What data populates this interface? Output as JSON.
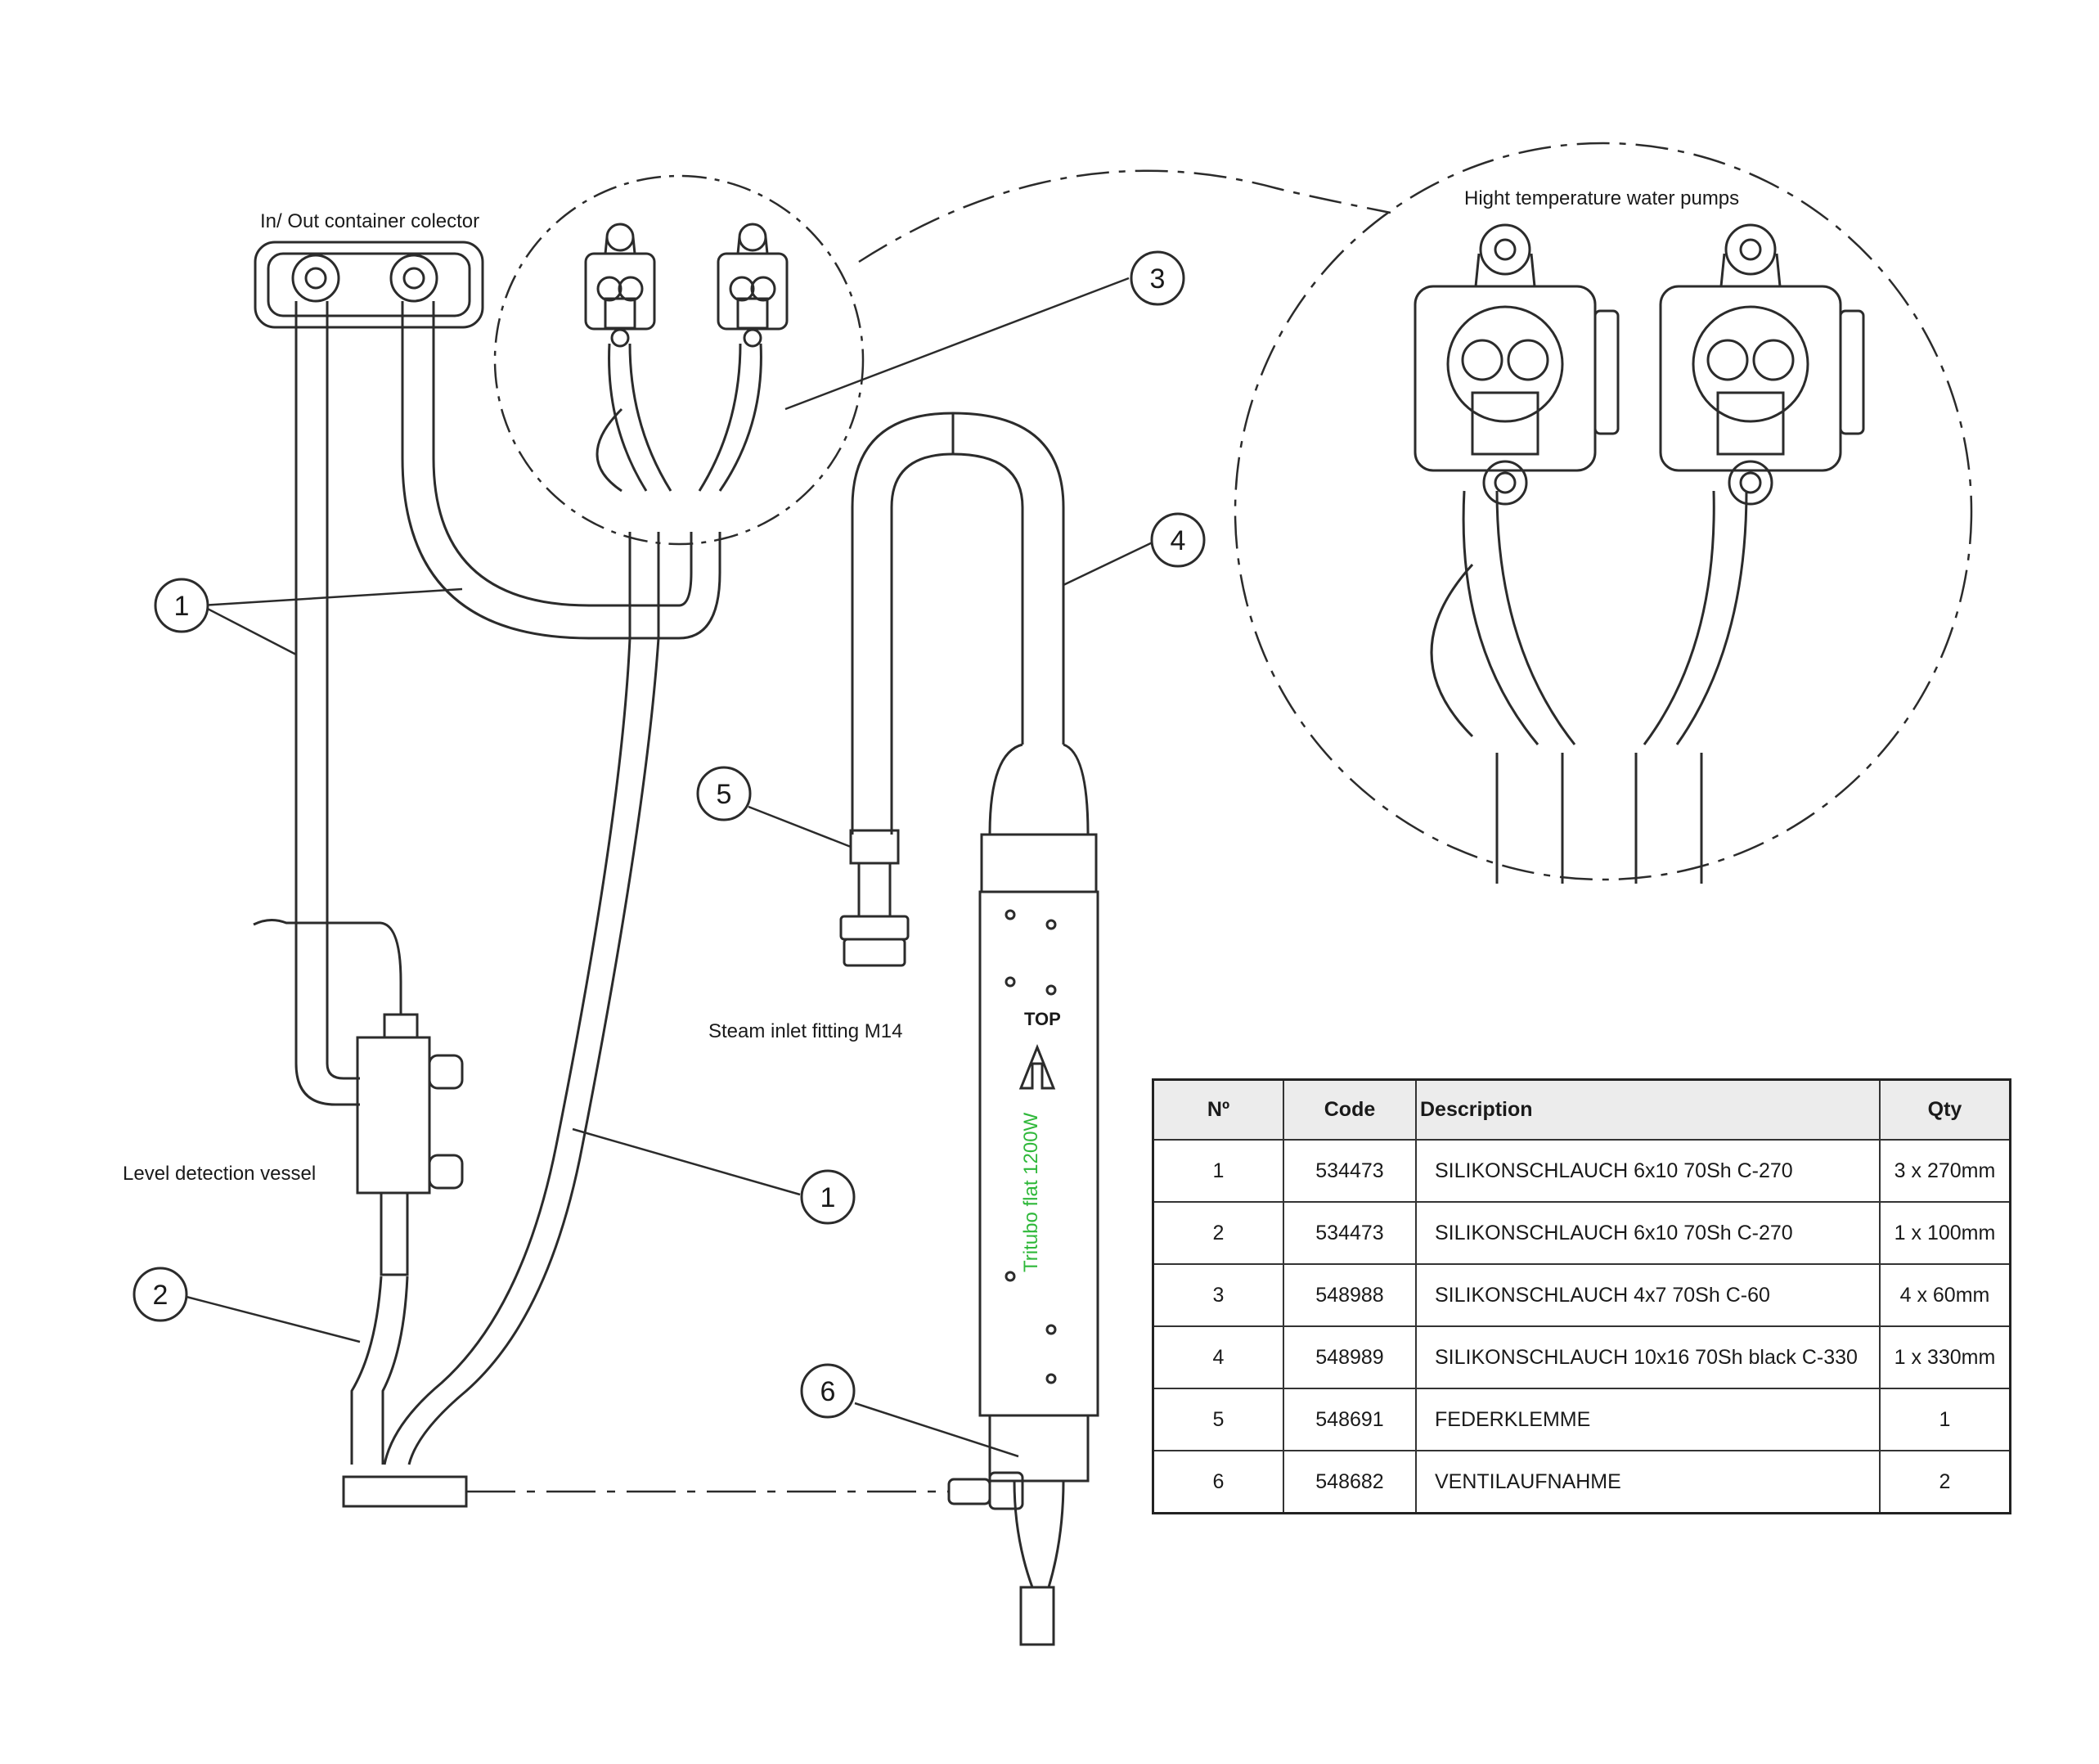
{
  "labels": {
    "collector": "In/ Out container colector",
    "pumps": "Hight temperature water pumps",
    "steam_inlet": "Steam inlet fitting M14",
    "level_vessel": "Level detection vessel",
    "top_marker": "TOP",
    "heater_name": "Tritubo flat 1200W"
  },
  "callouts": [
    "1",
    "3",
    "4",
    "5",
    "1",
    "2",
    "6"
  ],
  "table": {
    "headers": {
      "no": "Nº",
      "code": "Code",
      "description": "Description",
      "qty": "Qty"
    },
    "rows": [
      {
        "no": "1",
        "code": "534473",
        "description": "SILIKONSCHLAUCH 6x10  70Sh C-270",
        "qty": "3 x 270mm"
      },
      {
        "no": "2",
        "code": "534473",
        "description": "SILIKONSCHLAUCH 6x10  70Sh C-270",
        "qty": "1 x 100mm"
      },
      {
        "no": "3",
        "code": "548988",
        "description": "SILIKONSCHLAUCH 4x7 70Sh C-60",
        "qty": "4 x 60mm"
      },
      {
        "no": "4",
        "code": "548989",
        "description": "SILIKONSCHLAUCH 10x16 70Sh black C-330",
        "qty": "1 x 330mm"
      },
      {
        "no": "5",
        "code": "548691",
        "description": "FEDERKLEMME",
        "qty": "1"
      },
      {
        "no": "6",
        "code": "548682",
        "description": "VENTILAUFNAHME",
        "qty": "2"
      }
    ]
  },
  "colors": {
    "line": "#2b2b2b",
    "heater_label": "#2fb83a"
  }
}
